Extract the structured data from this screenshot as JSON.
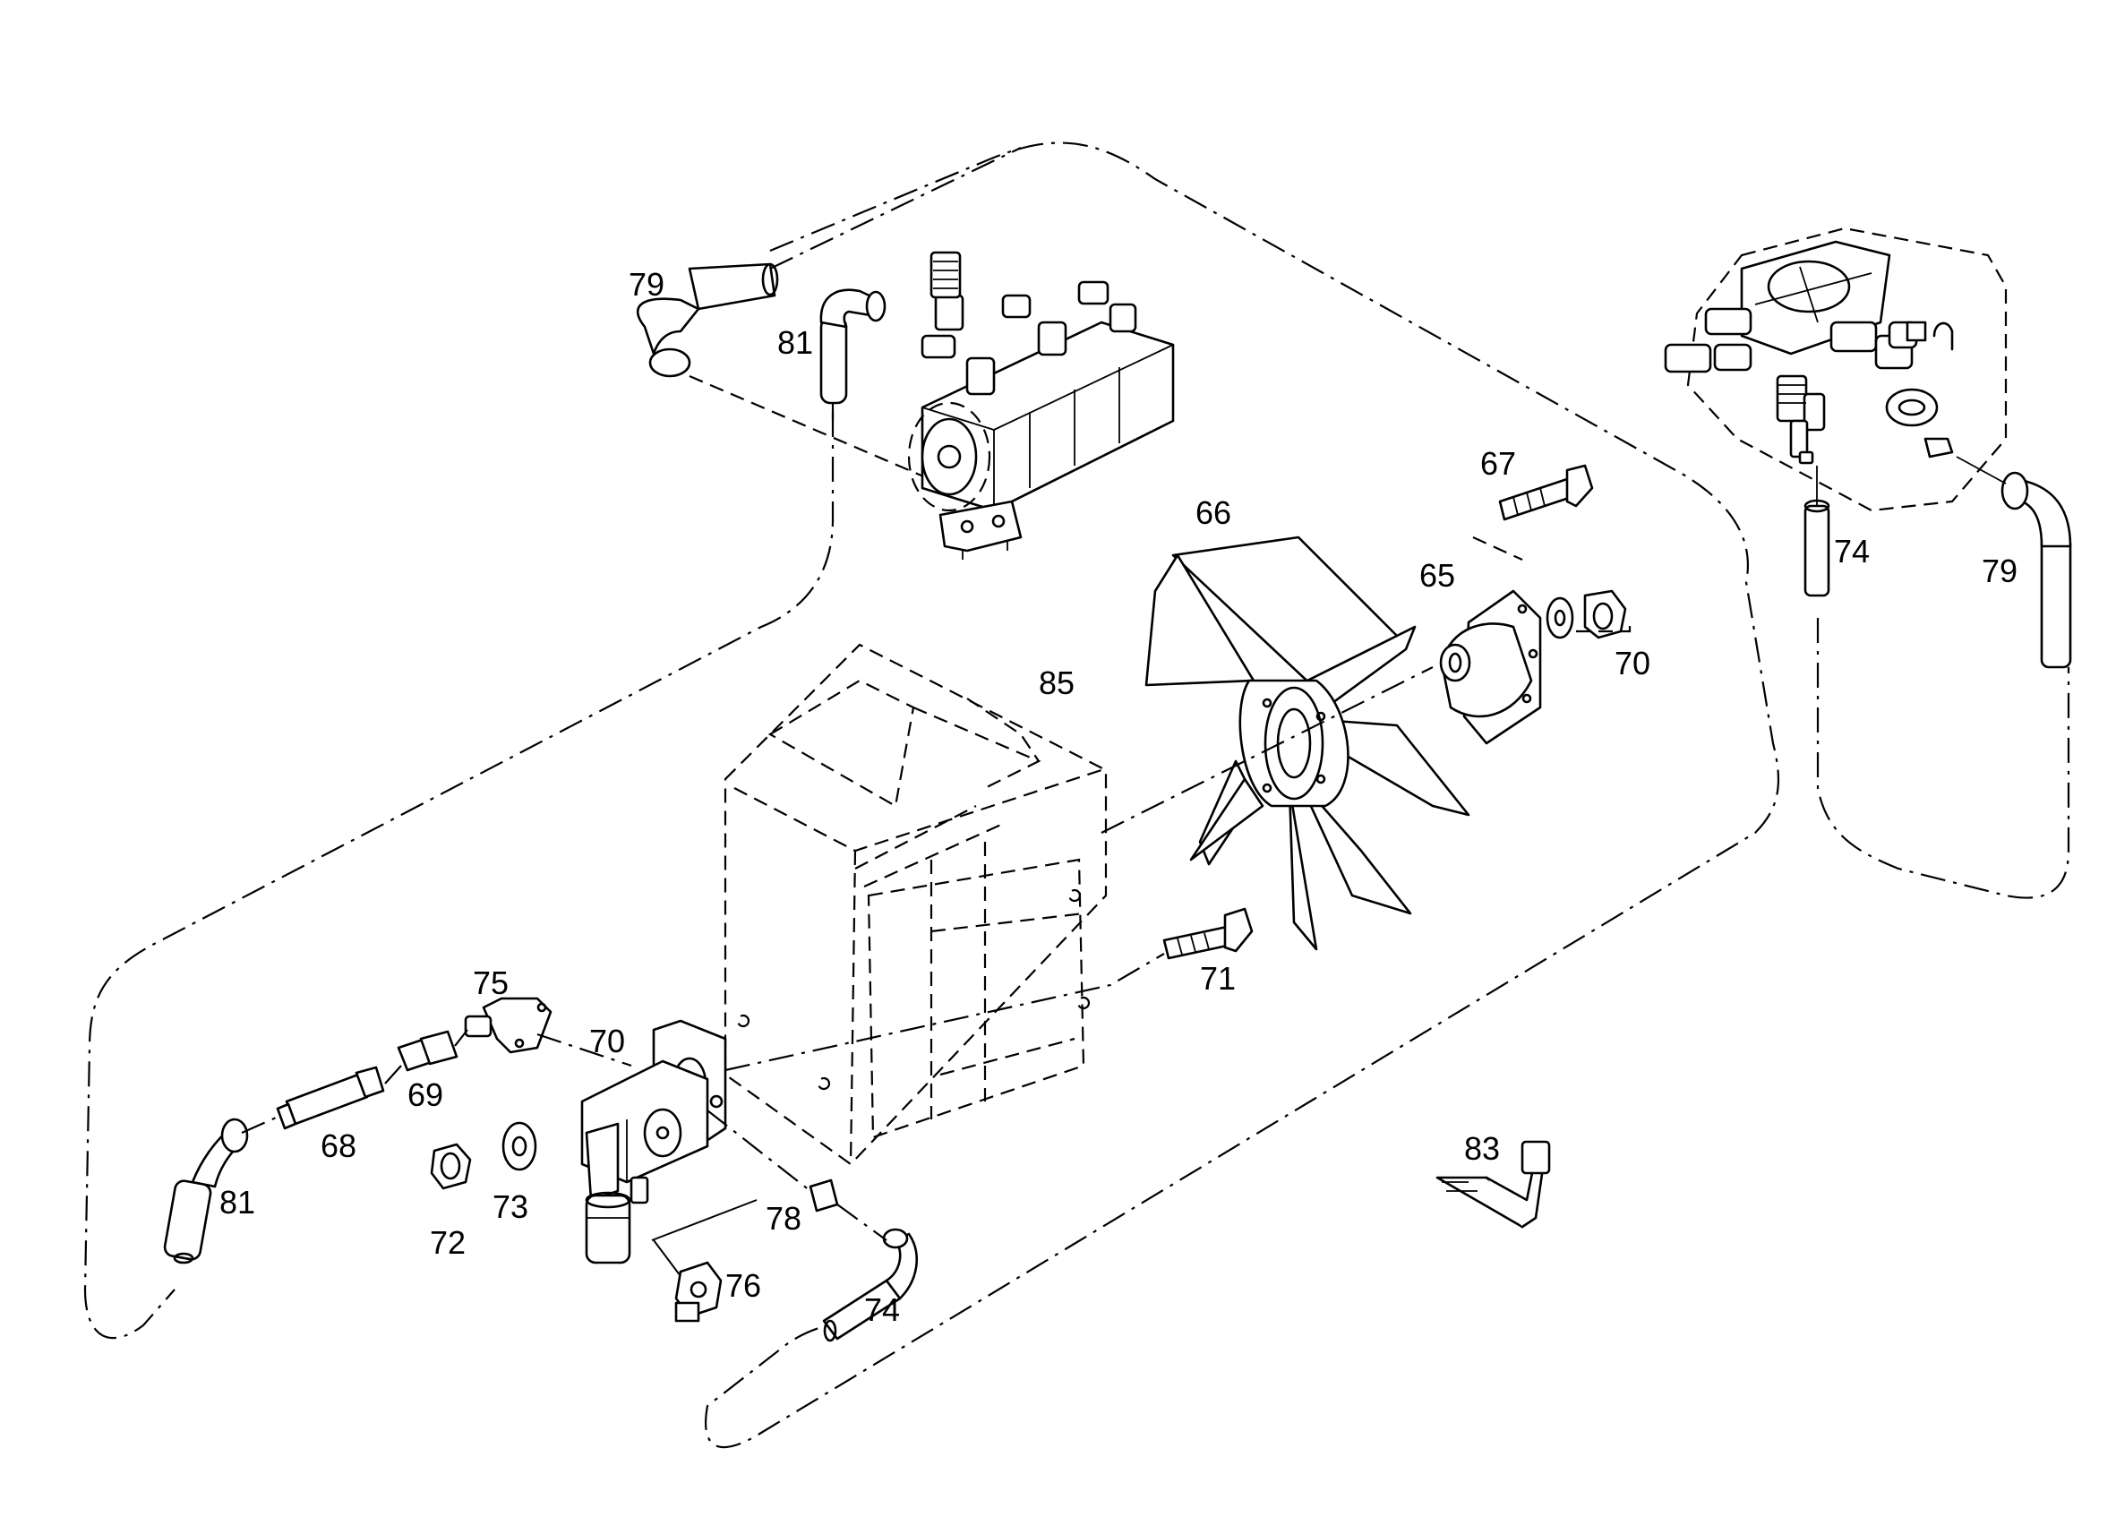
{
  "diagram": {
    "callouts": {
      "c65": "65",
      "c66": "66",
      "c67": "67",
      "c68": "68",
      "c69": "69",
      "c70a": "70",
      "c70b": "70",
      "c71": "71",
      "c72": "72",
      "c73": "73",
      "c74a": "74",
      "c74b": "74",
      "c75": "75",
      "c76": "76",
      "c78": "78",
      "c79a": "79",
      "c79b": "79",
      "c81a": "81",
      "c81b": "81",
      "c83": "83",
      "c85": "85"
    }
  }
}
